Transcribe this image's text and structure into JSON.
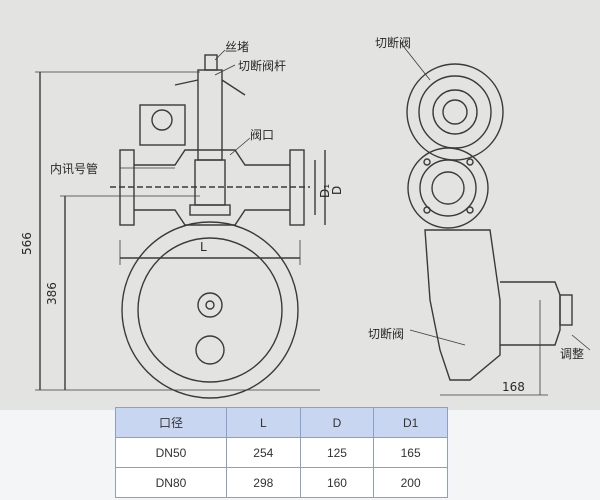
{
  "labels": {
    "plug": "丝堵",
    "shutoff_stem": "切断阀杆",
    "valve_port": "阀口",
    "signal_pipe": "内讯号管",
    "shutoff_valve_top": "切断阀",
    "shutoff_valve_side": "切断阀",
    "adjust": "调整",
    "dim_L": "L",
    "dim_D": "D",
    "dim_D1": "D₁",
    "dim_566": "566",
    "dim_386": "386",
    "dim_168": "168"
  },
  "table": {
    "headers": [
      "口径",
      "L",
      "D",
      "D1"
    ],
    "rows": [
      [
        "DN50",
        "254",
        "125",
        "165"
      ],
      [
        "DN80",
        "298",
        "160",
        "200"
      ]
    ]
  }
}
